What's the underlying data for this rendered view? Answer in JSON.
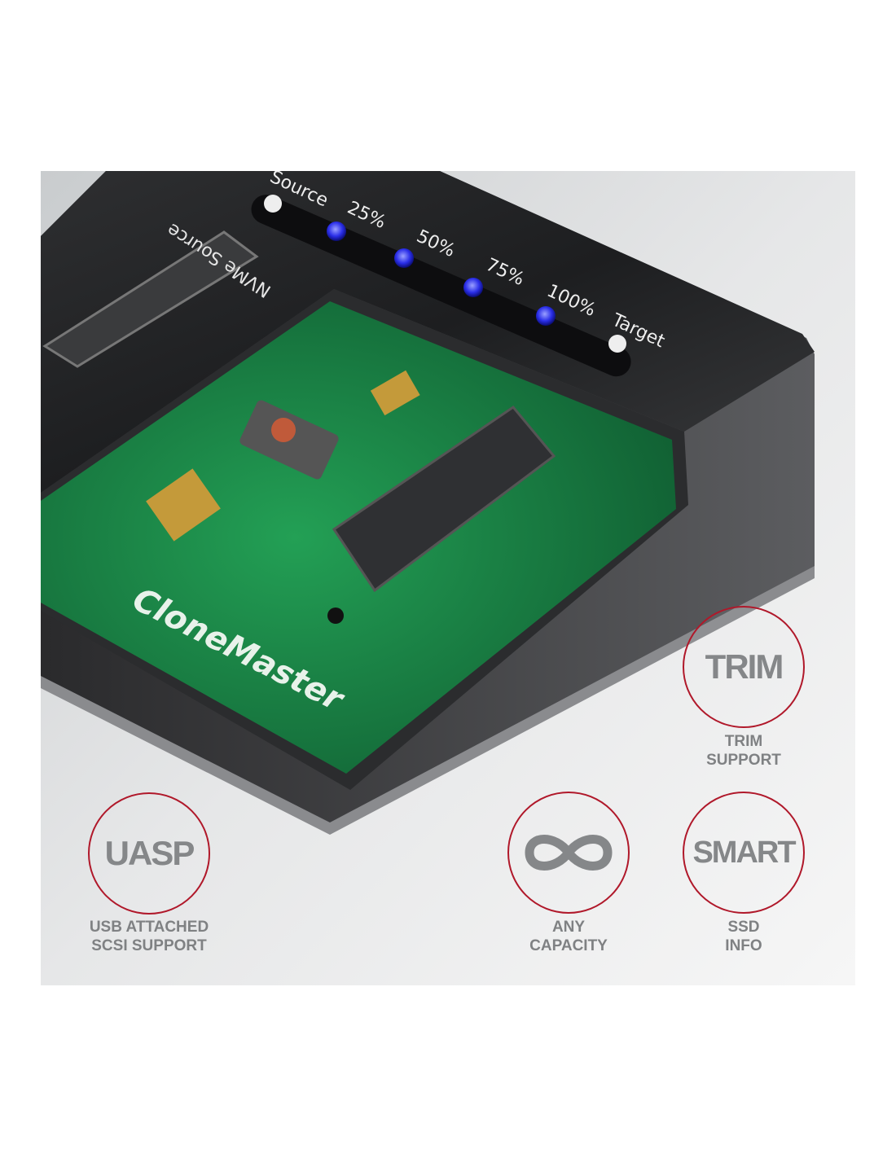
{
  "device": {
    "led_labels": [
      "Source",
      "25%",
      "50%",
      "75%",
      "100%",
      "Target"
    ],
    "slot_label": "NVMe Source",
    "pcb_brand": "CloneMaster",
    "led_color": "#2a2ee8"
  },
  "features": [
    {
      "badge": "TRIM",
      "icon": "trim-text",
      "caption": [
        "TRIM",
        "SUPPORT"
      ]
    },
    {
      "badge": "UASP",
      "icon": "uasp-text",
      "caption": [
        "USB ATTACHED",
        "SCSI SUPPORT"
      ]
    },
    {
      "badge": "",
      "icon": "infinity-icon",
      "caption": [
        "ANY",
        "CAPACITY"
      ]
    },
    {
      "badge": "SMART",
      "icon": "smart-text",
      "caption": [
        "SSD",
        "INFO"
      ]
    }
  ],
  "colors": {
    "badge_ring": "#b0182a",
    "badge_text": "#858789",
    "pcb": "#1f8a4a"
  }
}
